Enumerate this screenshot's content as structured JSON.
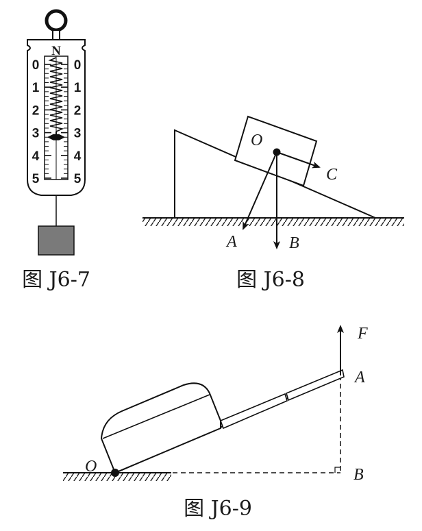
{
  "fig7": {
    "caption": "图 J6-7",
    "unit": "N",
    "left_scale": [
      "0",
      "1",
      "2",
      "3",
      "4",
      "5"
    ],
    "right_scale": [
      "0",
      "1",
      "2",
      "3",
      "4",
      "5"
    ],
    "reading": 3.2
  },
  "fig8": {
    "caption": "图 J6-8",
    "point_label": "O",
    "arrow_labels": {
      "a": "A",
      "b": "B",
      "c": "C"
    }
  },
  "fig9": {
    "caption": "图 J6-9",
    "labels": {
      "o": "O",
      "a": "A",
      "b": "B",
      "f": "F"
    }
  }
}
